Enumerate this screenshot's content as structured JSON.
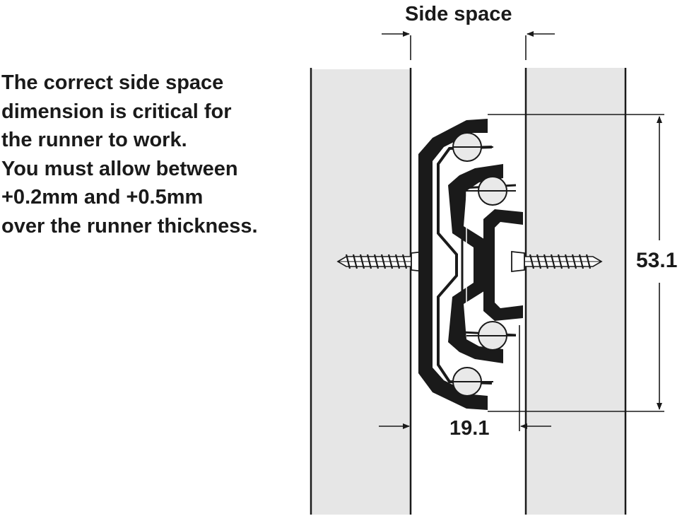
{
  "labels": {
    "side_space": "Side space",
    "height_dimension": "53.1",
    "width_dimension": "19.1"
  },
  "note": {
    "lines": [
      "The correct side space",
      "dimension is critical for",
      "the runner to work.",
      "You must allow between",
      "+0.2mm and +0.5mm",
      "over the runner thickness."
    ]
  },
  "colors": {
    "panel": "#e6e6e6",
    "ink": "#1a1a1a",
    "ball": "#e9e9e9"
  },
  "icons": [
    "wood-screw-icon",
    "ball-bearing-icon",
    "dimension-arrow-icon"
  ]
}
